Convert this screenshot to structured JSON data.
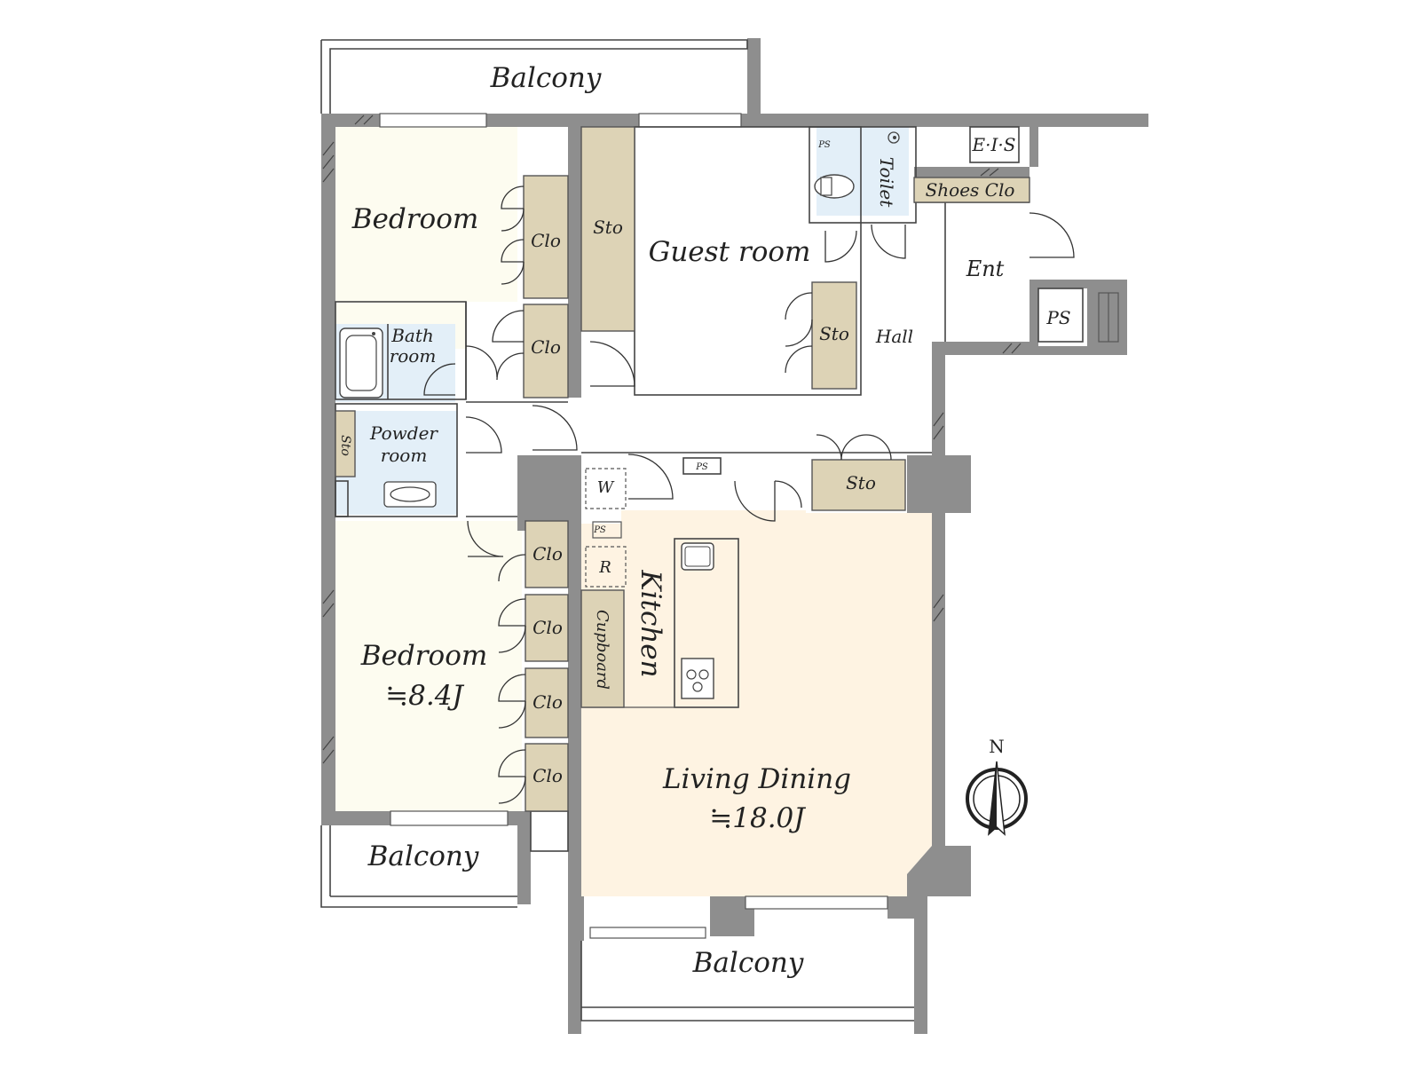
{
  "rooms": {
    "balcony_top": "Balcony",
    "bedroom_1": "Bedroom",
    "clo_1": "Clo",
    "clo_2": "Clo",
    "sto_guest_left": "Sto",
    "guest_room": "Guest room",
    "ps_toilet": "PS",
    "toilet": "Toilet",
    "eis": "E·I·S",
    "shoes_clo": "Shoes Clo",
    "ent": "Ent",
    "ps_ent": "PS",
    "hall": "Hall",
    "sto_hall": "Sto",
    "bath_room_l1": "Bath",
    "bath_room_l2": "room",
    "powder_room_l1": "Powder",
    "powder_room_l2": "room",
    "sto_powder": "Sto",
    "ps_kitchen_top": "PS",
    "w": "W",
    "ps_kitchen_small": "PS",
    "r": "R",
    "sto_living": "Sto",
    "clo_3": "Clo",
    "clo_4": "Clo",
    "clo_5": "Clo",
    "clo_6": "Clo",
    "cupboard": "Cupboard",
    "kitchen": "Kitchen",
    "bedroom_2": "Bedroom",
    "bedroom_2_area": "≒8.4J",
    "living_dining": "Living Dining",
    "living_dining_area": "≒18.0J",
    "balcony_left": "Balcony",
    "balcony_bottom": "Balcony"
  },
  "compass": {
    "north_label": "N"
  },
  "colors": {
    "bedroom_floor": "#fdfcf0",
    "living_floor": "#fef3e2",
    "wet_area": "#e3eff8",
    "storage": "#ddd3b6",
    "wall": "#8e8e8e"
  }
}
